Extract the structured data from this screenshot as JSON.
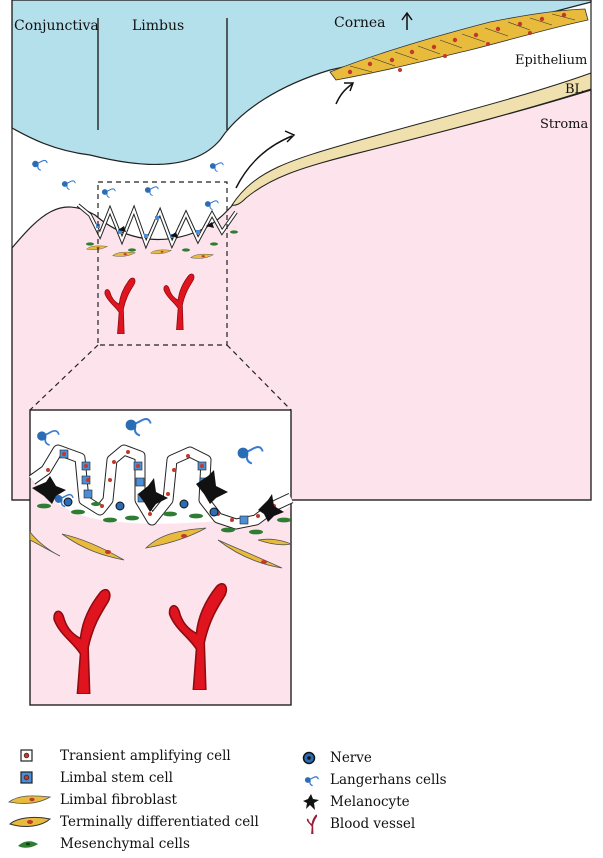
{
  "diagram": {
    "labels": {
      "conjunctiva": "Conjunctiva",
      "limbus": "Limbus",
      "cornea": "Cornea",
      "epithelium": "Epithelium",
      "bl": "BL",
      "stroma": "Stroma"
    },
    "colors": {
      "tear_blue": "#b4e0ec",
      "stroma_pink": "#fde4ec",
      "bl_tan": "#f0e0ad",
      "vessel_red": "#e0141e",
      "fibroblast_yellow": "#e9bb3c",
      "stem_blue": "#4a8fd6",
      "nerve_blue": "#2a6db5"
    }
  },
  "legend": {
    "left_column": [
      {
        "icon": "transient-amplifying-cell-icon",
        "label": "Transient amplifying cell"
      },
      {
        "icon": "limbal-stem-cell-icon",
        "label": "Limbal stem cell"
      },
      {
        "icon": "limbal-fibroblast-icon",
        "label": "Limbal fibroblast"
      },
      {
        "icon": "terminally-differentiated-cell-icon",
        "label": "Terminally differentiated cell"
      },
      {
        "icon": "mesenchymal-cells-icon",
        "label": "Mesenchymal cells"
      }
    ],
    "right_column": [
      {
        "icon": "nerve-icon",
        "label": "Nerve"
      },
      {
        "icon": "langerhans-cells-icon",
        "label": "Langerhans cells"
      },
      {
        "icon": "melanocyte-icon",
        "label": "Melanocyte"
      },
      {
        "icon": "blood-vessel-icon",
        "label": "Blood vessel"
      }
    ]
  }
}
